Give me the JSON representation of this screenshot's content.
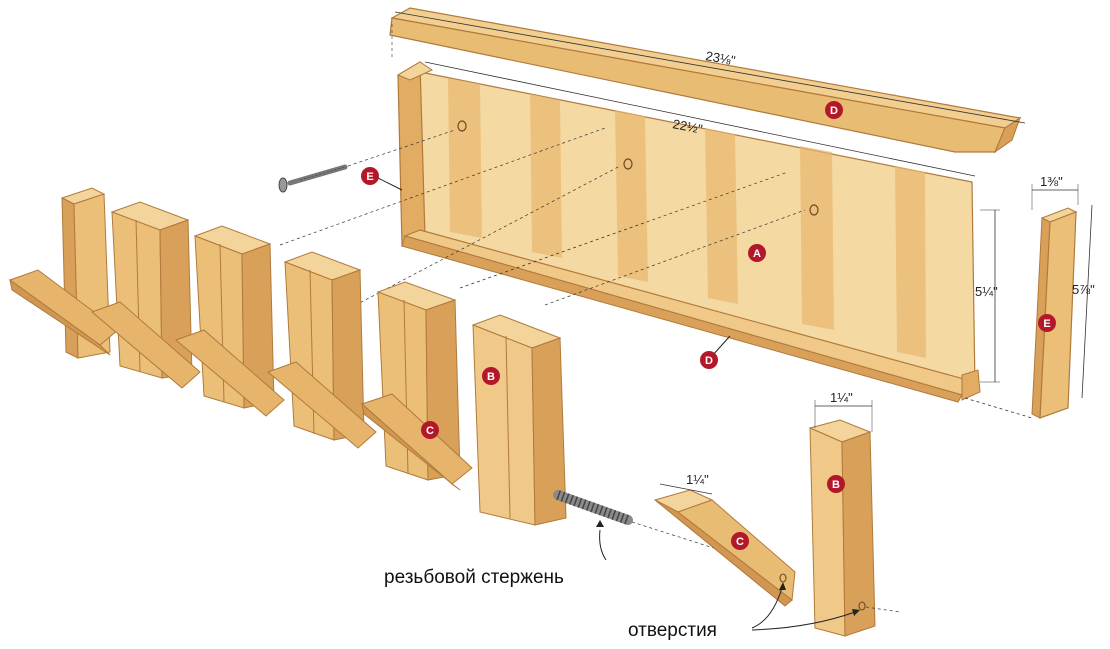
{
  "colors": {
    "wood_light": "#f3d49a",
    "wood_mid": "#e8b96e",
    "wood_dark": "#c98f4a",
    "wood_edge": "#b07a3c",
    "badge": "#b3182a",
    "dim_line": "#333333"
  },
  "parts": {
    "A": "A",
    "B": "B",
    "C": "C",
    "D": "D",
    "E": "E"
  },
  "dimensions": {
    "top_length": "23⅛\"",
    "back_length": "22½\"",
    "back_height": "5¼\"",
    "side_width": "1⅜\"",
    "side_height": "5⅞\"",
    "peg_width": "1¼\"",
    "hook_width": "1¼\""
  },
  "labels": {
    "threaded_rod": "резьбовой стержень",
    "holes": "отверстия"
  }
}
